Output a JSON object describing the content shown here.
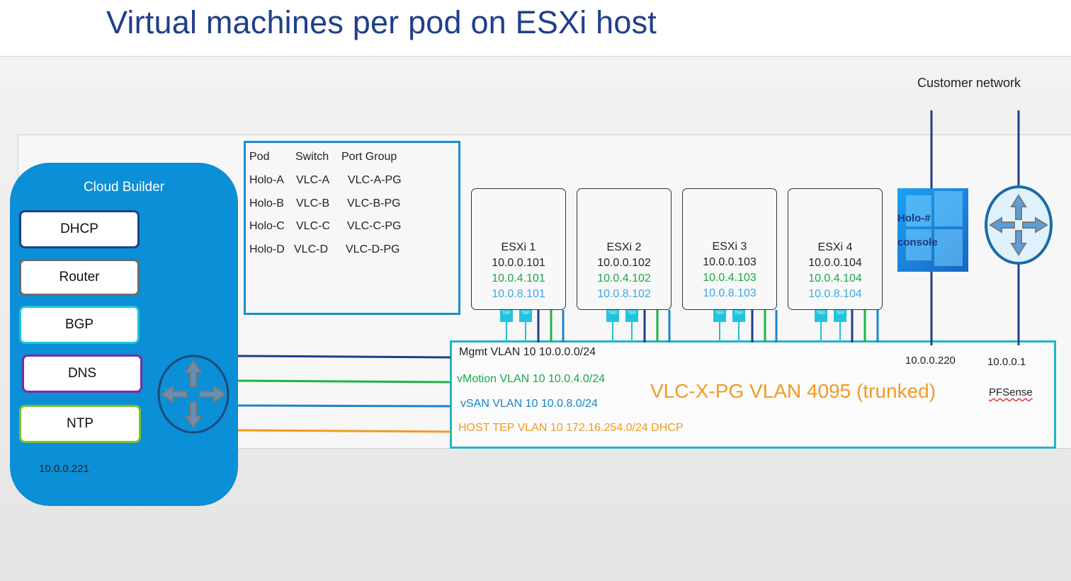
{
  "title": "Virtual machines per pod on ESXi host",
  "cloud_builder": {
    "title": "Cloud Builder",
    "ip": "10.0.0.221",
    "services": [
      "DHCP",
      "Router",
      "BGP",
      "DNS",
      "NTP"
    ],
    "service_border_colors": [
      "#1f3f8a",
      "#6b6b6b",
      "#1fc2d8",
      "#7a2aa8",
      "#7ac02a"
    ]
  },
  "pod_table": {
    "headers": [
      "Pod",
      "Switch",
      "Port Group"
    ],
    "rows": [
      [
        "Holo-A",
        "VLC-A",
        "VLC-A-PG"
      ],
      [
        "Holo-B",
        "VLC-B",
        "VLC-B-PG"
      ],
      [
        "Holo-C",
        "VLC-C",
        "VLC-C-PG"
      ],
      [
        "Holo-D",
        "VLC-D",
        "VLC-D-PG"
      ]
    ]
  },
  "esxi_hosts": [
    {
      "name": "ESXi 1",
      "mgmt": "10.0.0.101",
      "vmotion": "10.0.4.101",
      "vsan": "10.0.8.101"
    },
    {
      "name": "ESXi 2",
      "mgmt": "10.0.0.102",
      "vmotion": "10.0.4.102",
      "vsan": "10.0.8.102"
    },
    {
      "name": "ESXi 3",
      "mgmt": "10.0.0.103",
      "vmotion": "10.0.4.103",
      "vsan": "10.0.8.103"
    },
    {
      "name": "ESXi 4",
      "mgmt": "10.0.0.104",
      "vmotion": "10.0.4.104",
      "vsan": "10.0.8.104"
    }
  ],
  "tep_label": "TEP",
  "networks": [
    {
      "label": "Mgmt VLAN 10 10.0.0.0/24",
      "color": "#1f3f8a"
    },
    {
      "label": "vMotion VLAN 10 10.0.4.0/24",
      "color": "#1db34a"
    },
    {
      "label": "vSAN VLAN 10 10.0.8.0/24",
      "color": "#1a85c8"
    },
    {
      "label": "HOST TEP VLAN 10 172.16.254.0/24 DHCP",
      "color": "#f39a22"
    }
  ],
  "trunk_label": "VLC-X-PG VLAN 4095 (trunked)",
  "customer_network": "Customer network",
  "console": {
    "line1": "Holo-#",
    "line2": "console",
    "ip": "10.0.0.220"
  },
  "pfsense": {
    "name": "PFSense",
    "ip": "10.0.0.1"
  },
  "colors": {
    "title": "#1f3f8a",
    "cloud_builder": "#0b8fd6",
    "mgmt_text": "#222222",
    "vmotion_text": "#1aa84a",
    "vsan_text": "#3aa8e8",
    "trunk": "#f39a22"
  },
  "icons": [
    "router-icon",
    "windows-icon"
  ]
}
